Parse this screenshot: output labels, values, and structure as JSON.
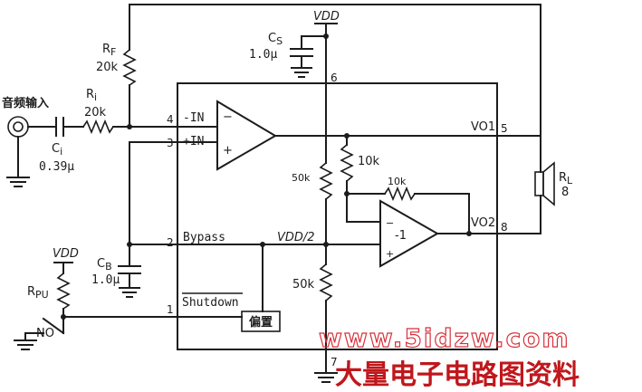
{
  "labels": {
    "vdd_top": "VDD",
    "cs_name": "C",
    "cs_sub": "S",
    "cs_value": "1.0μ",
    "rf_name": "R",
    "rf_sub": "F",
    "rf_value": "20k",
    "input_label": "音频输入",
    "ri_name": "R",
    "ri_sub": "i",
    "ri_value": "20k",
    "ci_name": "C",
    "ci_sub": "i",
    "ci_value": "0.39μ",
    "pin4": "4",
    "pin3": "3",
    "pin2": "2",
    "pin1": "1",
    "pin6": "6",
    "pin5": "5",
    "pin8": "8",
    "pin7": "7",
    "neg_in": "-IN",
    "pos_in": "+IN",
    "bypass": "Bypass",
    "shutdown": "Shutdown",
    "vdd_half": "VDD/2",
    "vo1": "VO1",
    "vo2": "VO2",
    "r10k_a": "10k",
    "r10k_b": "10k",
    "r50k_a": "50k",
    "r50k_b": "50k",
    "cb_name": "C",
    "cb_sub": "B",
    "cb_value": "1.0μ",
    "vdd_left": "VDD",
    "rpu_name": "R",
    "rpu_sub": "PU",
    "no_label": "NO",
    "bias_block": "偏置",
    "inv_gain": "-1",
    "rl_name": "R",
    "rl_sub": "L",
    "rl_value": "8"
  },
  "watermark": {
    "url": "www.5idzw.com",
    "text": "大量电子电路图资料"
  },
  "colors": {
    "line": "#1c1c1c",
    "watermark_red": "#c0171c"
  }
}
